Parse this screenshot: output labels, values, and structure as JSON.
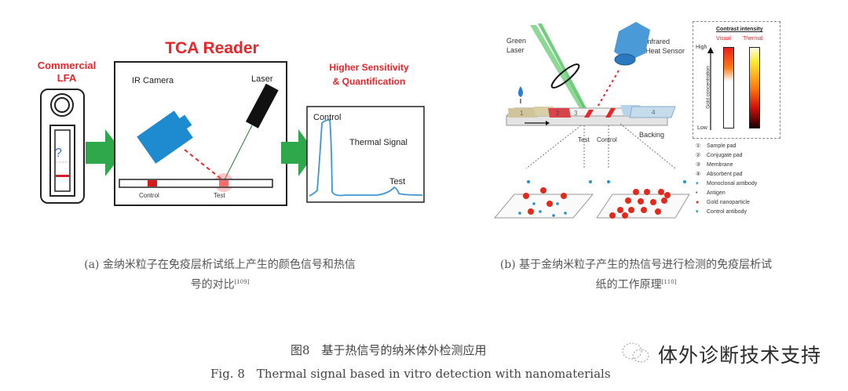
{
  "panel_a": {
    "lfa_title_line1": "Commercial",
    "lfa_title_line2": "LFA",
    "lfa_question": "?",
    "reader_title": "TCA Reader",
    "ir_camera_label": "IR Camera",
    "laser_label": "Laser",
    "strip_control_label": "Control",
    "strip_test_label": "Test",
    "result_title_line1": "Higher Sensitivity",
    "result_title_line2": "& Quantification",
    "graph_control_label": "Control",
    "graph_signal_label": "Thermal Signal",
    "graph_test_label": "Test",
    "caption_line1": "(a) 金纳米粒子在免疫层析试纸上产生的颜色信号和热信",
    "caption_line2": "号的对比",
    "caption_ref": "[109]"
  },
  "panel_b": {
    "green_laser_line1": "Green",
    "green_laser_line2": "Laser",
    "sensor_line1": "Infrared",
    "sensor_line2": "Heat Sensor",
    "pad_numbers": [
      "1",
      "2",
      "3",
      "4"
    ],
    "test_label": "Test",
    "control_label": "Control",
    "backing_label": "Backing",
    "contrast_title": "Contrast intensity",
    "visual_label": "Visual",
    "thermal_label": "Thermal",
    "axis_high": "High",
    "axis_low": "Low",
    "axis_label": "Gold concentration",
    "legend": [
      {
        "marker": "①",
        "text": "Sample pad"
      },
      {
        "marker": "②",
        "text": "Conjugate pad"
      },
      {
        "marker": "③",
        "text": "Membrane"
      },
      {
        "marker": "④",
        "text": "Absorbent pad"
      },
      {
        "marker": "▾",
        "text": "Monoclonal antibody",
        "color": "#2a8fc7"
      },
      {
        "marker": "•",
        "text": "Antigen",
        "color": "#b0124a"
      },
      {
        "marker": "●",
        "text": "Gold nanoparticle",
        "color": "#e22a1c"
      },
      {
        "marker": "▾",
        "text": "Control antibody",
        "color": "#1a9a7a"
      }
    ],
    "caption_line1": "(b) 基于金纳米粒子产生的热信号进行检测的免疫层析试",
    "caption_line2": "纸的工作原理",
    "caption_ref": "[110]"
  },
  "figure": {
    "title_cn": "图8　基于热信号的纳米体外检测应用",
    "title_en": "Fig. 8　Thermal signal based in vitro detection with nanomaterials"
  },
  "watermark": {
    "text": "体外诊断技术支持"
  },
  "colors": {
    "accent_red": "#e8262a",
    "arrow_green": "#2ea84a",
    "camera_blue": "#1e8ad0",
    "signal_blue": "#3a97d4"
  }
}
